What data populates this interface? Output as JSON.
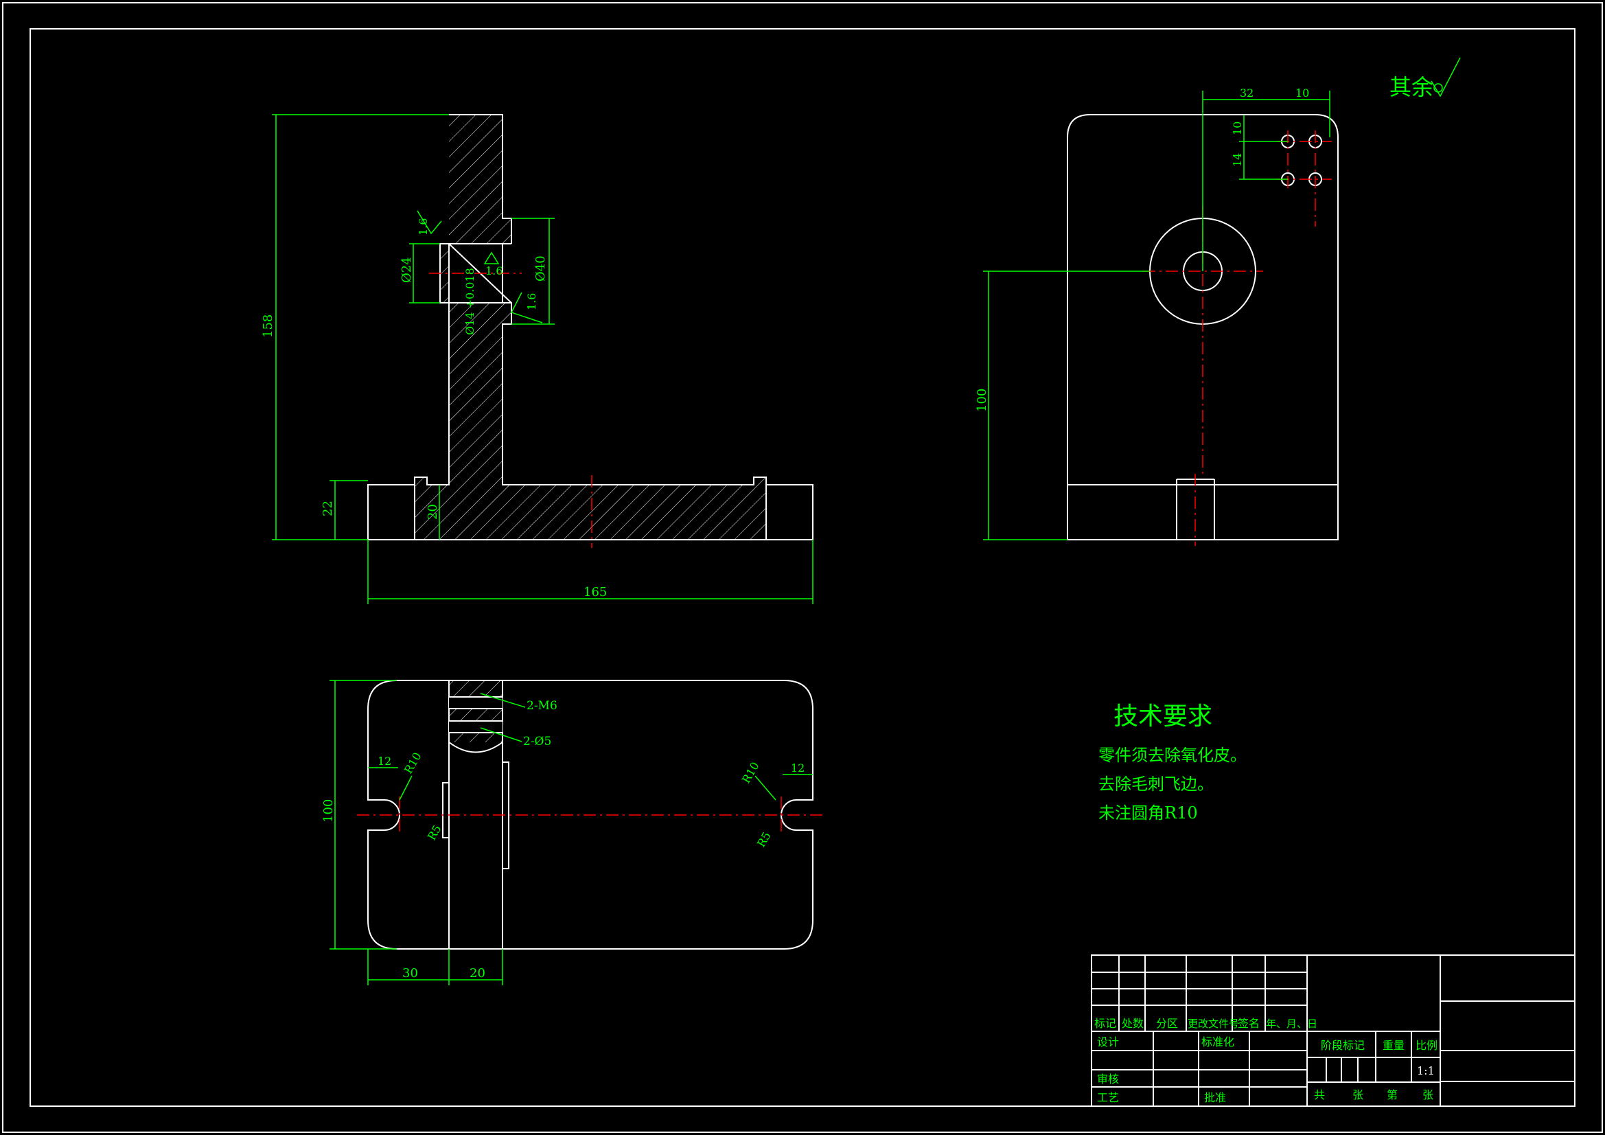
{
  "roughness_note": "其余",
  "tech_requirements": {
    "title": "技术要求",
    "items": [
      "零件须去除氧化皮。",
      "去除毛刺飞边。",
      "未注圆角R10"
    ]
  },
  "dimensions": {
    "front": {
      "height": "158",
      "base_h": "22",
      "web_h": "20",
      "width": "165",
      "hole_d": "Ø24",
      "boss_d": "Ø40",
      "tol": "Ø14 +0.018",
      "roughness": "1.6"
    },
    "side": {
      "dx1": "32",
      "dx2": "10",
      "dy1": "10",
      "dy2": "14",
      "height": "100"
    },
    "top": {
      "m6": "2-M6",
      "d5": "2-Ø5",
      "slot_w_l": "12",
      "slot_w_r": "12",
      "r_l": "R10",
      "r_r": "R10",
      "r5_l": "R5",
      "r5_r": "R5",
      "depth": "100",
      "w30": "30",
      "w20": "20"
    }
  },
  "title_block": {
    "hdr": [
      "标记",
      "处数",
      "分区",
      "更改文件号",
      "签名",
      "年、月、日"
    ],
    "design": "设计",
    "standard": "标准化",
    "review": "审核",
    "process": "工艺",
    "approve": "批准",
    "stage": "阶段标记",
    "weight": "重量",
    "scale_label": "比例",
    "scale": "1:1",
    "sheets": [
      "共",
      "张",
      "第",
      "张"
    ]
  }
}
